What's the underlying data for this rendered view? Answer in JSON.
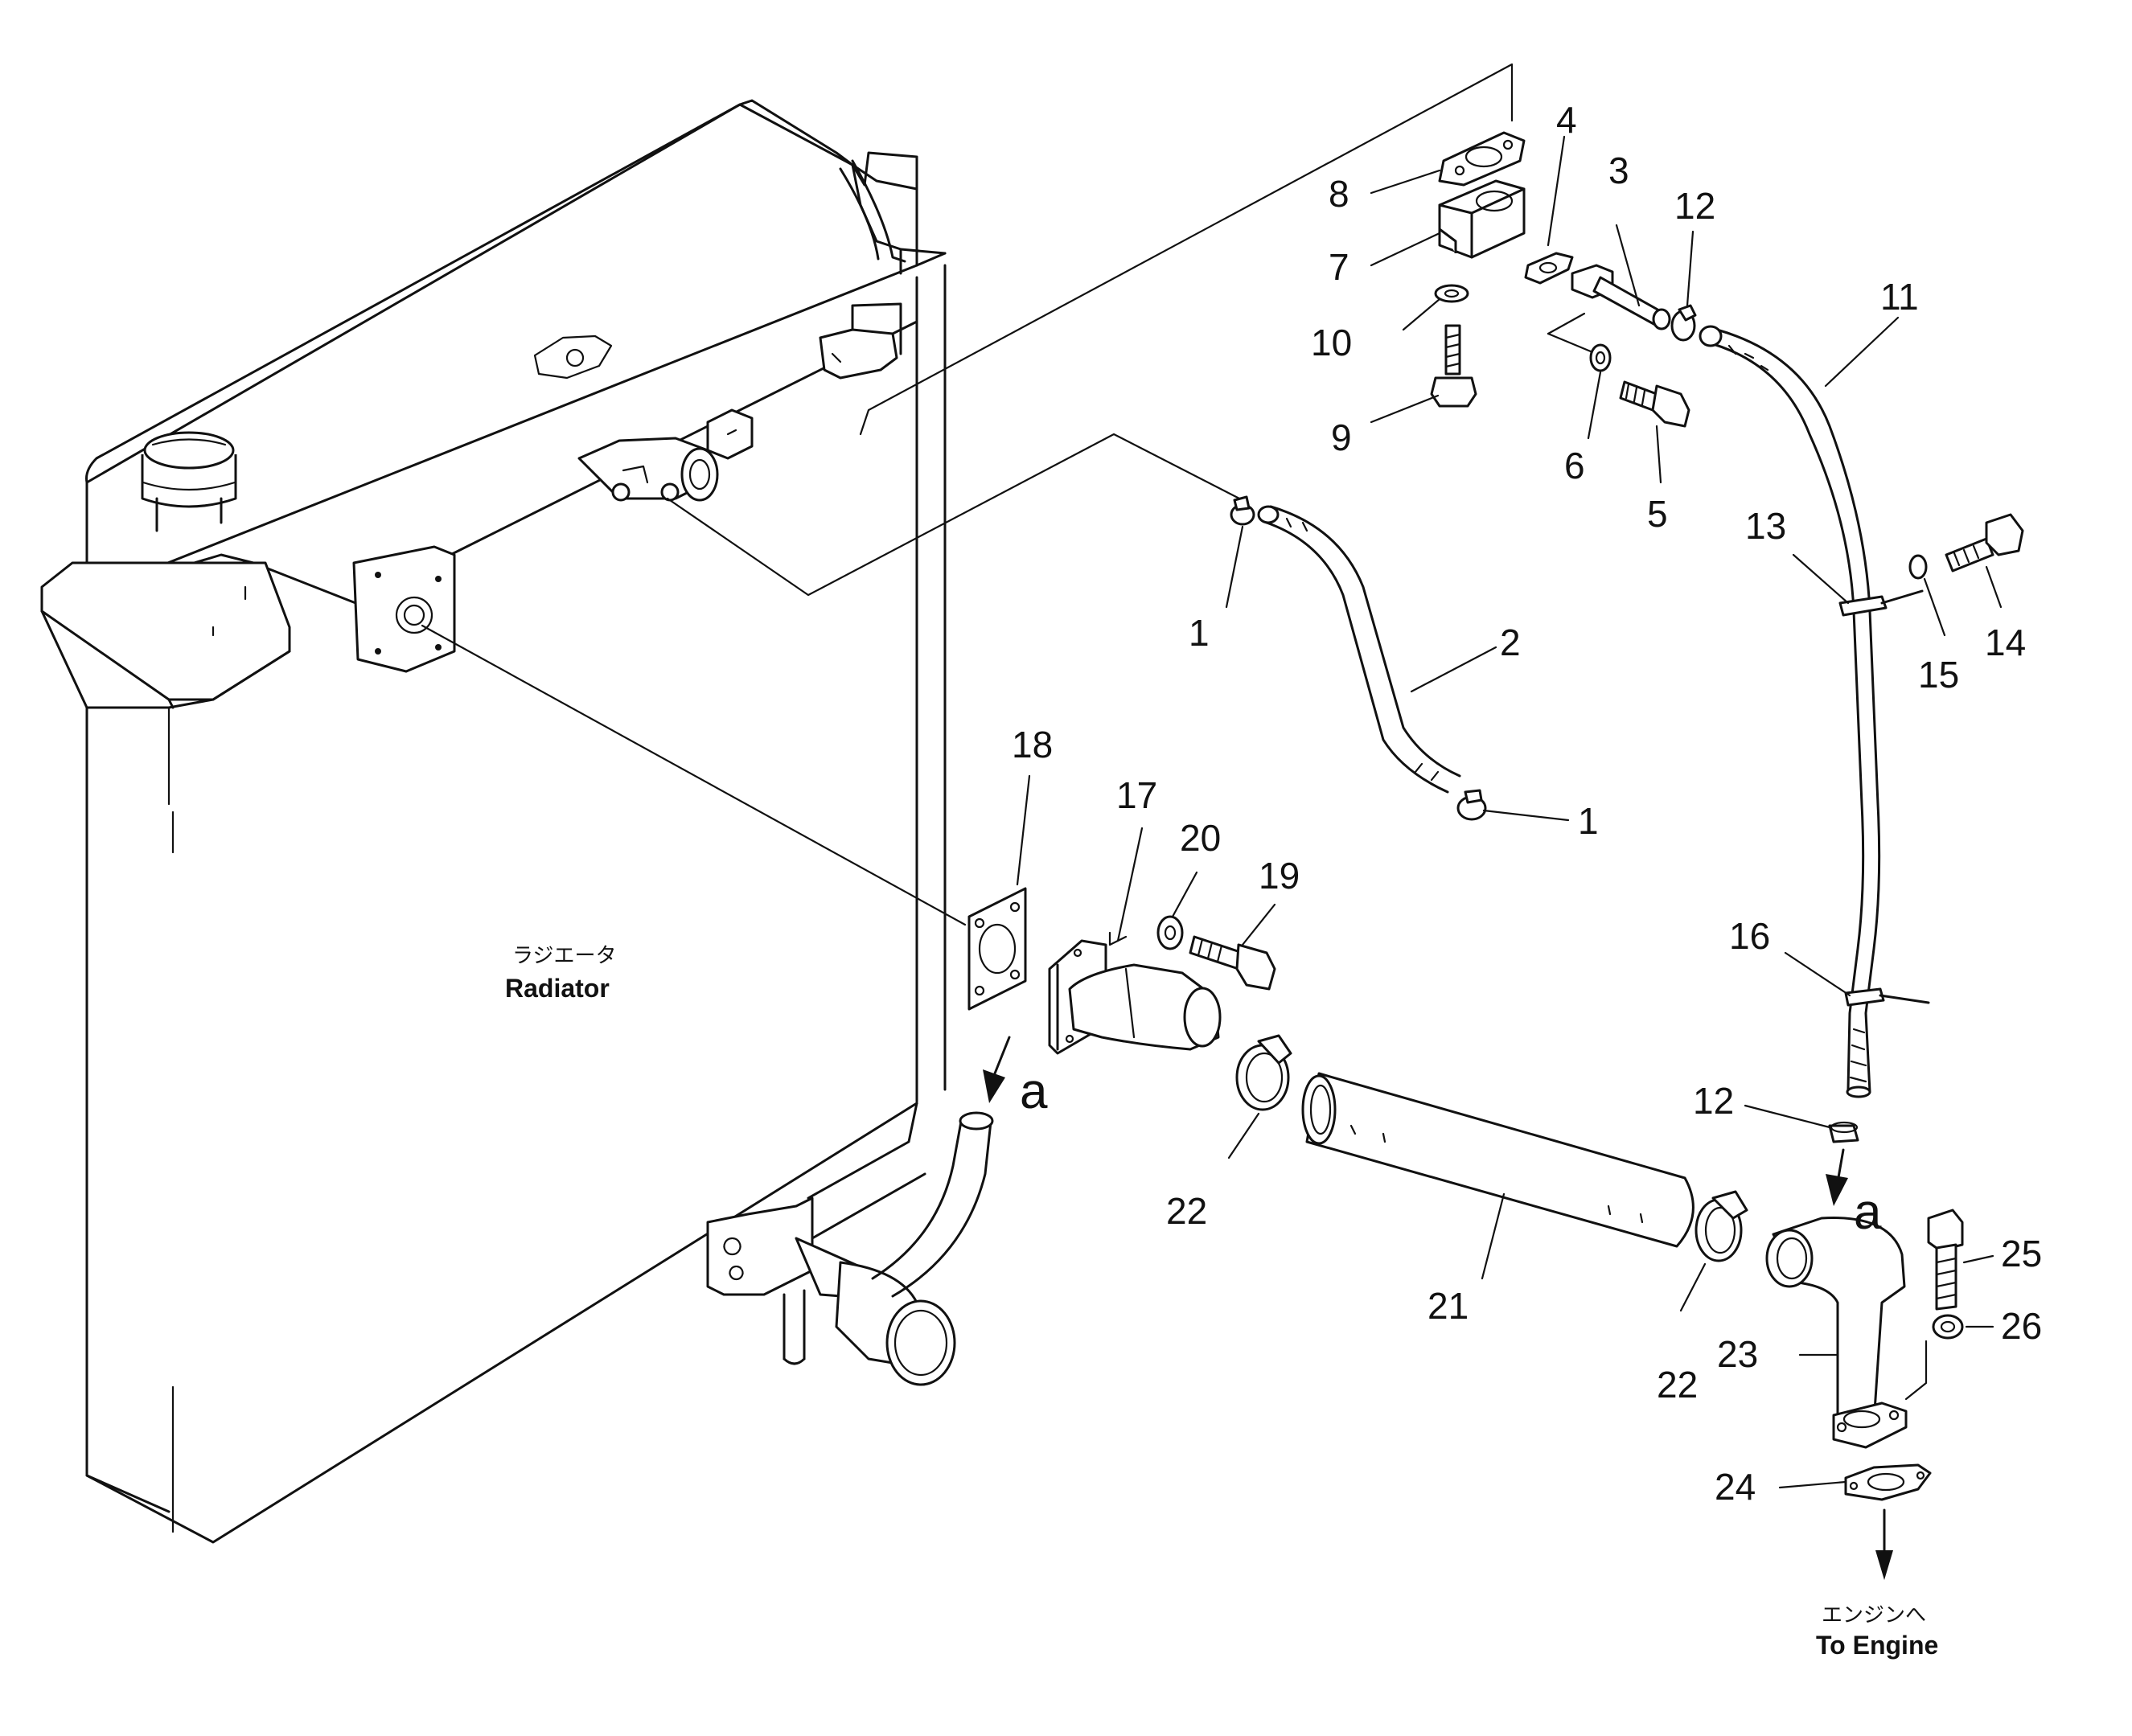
{
  "labels": {
    "radiator_jp": "ラジエータ",
    "radiator_en": "Radiator",
    "engine_jp": "エンジンへ",
    "engine_en": "To Engine",
    "view_a_upper": "a",
    "view_a_lower": "a"
  },
  "callouts": {
    "p1": "1",
    "p1b": "1",
    "p2": "2",
    "p3": "3",
    "p4": "4",
    "p5": "5",
    "p6": "6",
    "p7": "7",
    "p8": "8",
    "p9": "9",
    "p10": "10",
    "p11": "11",
    "p12": "12",
    "p12b": "12",
    "p13": "13",
    "p14": "14",
    "p15": "15",
    "p16": "16",
    "p17": "17",
    "p18": "18",
    "p19": "19",
    "p20": "20",
    "p21": "21",
    "p22": "22",
    "p22b": "22",
    "p23": "23",
    "p24": "24",
    "p25": "25",
    "p26": "26"
  }
}
